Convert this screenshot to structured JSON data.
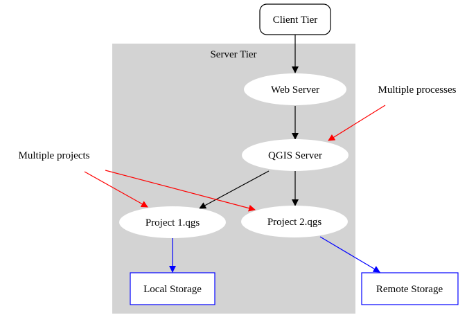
{
  "diagram": {
    "cluster": {
      "label": "Server Tier",
      "fill": "#d3d3d3"
    },
    "nodes": {
      "client": "Client Tier",
      "web": "Web Server",
      "qgis": "QGIS Server",
      "project1": "Project 1.qgs",
      "project2": "Project 2.qgs",
      "local": "Local Storage",
      "remote": "Remote Storage",
      "multi_processes": "Multiple processes",
      "multi_projects": "Multiple projects"
    },
    "edges": [
      {
        "from": "Client Tier",
        "to": "Web Server",
        "color": "#000000"
      },
      {
        "from": "Web Server",
        "to": "QGIS Server",
        "color": "#000000"
      },
      {
        "from": "QGIS Server",
        "to": "Project 1.qgs",
        "color": "#000000"
      },
      {
        "from": "QGIS Server",
        "to": "Project 2.qgs",
        "color": "#000000"
      },
      {
        "from": "Multiple processes",
        "to": "QGIS Server",
        "color": "#ff0000"
      },
      {
        "from": "Multiple projects",
        "to": "Project 1.qgs",
        "color": "#ff0000"
      },
      {
        "from": "Multiple projects",
        "to": "Project 2.qgs",
        "color": "#ff0000"
      },
      {
        "from": "Project 1.qgs",
        "to": "Local Storage",
        "color": "#0000ff"
      },
      {
        "from": "Project 2.qgs",
        "to": "Remote Storage",
        "color": "#0000ff"
      }
    ]
  }
}
